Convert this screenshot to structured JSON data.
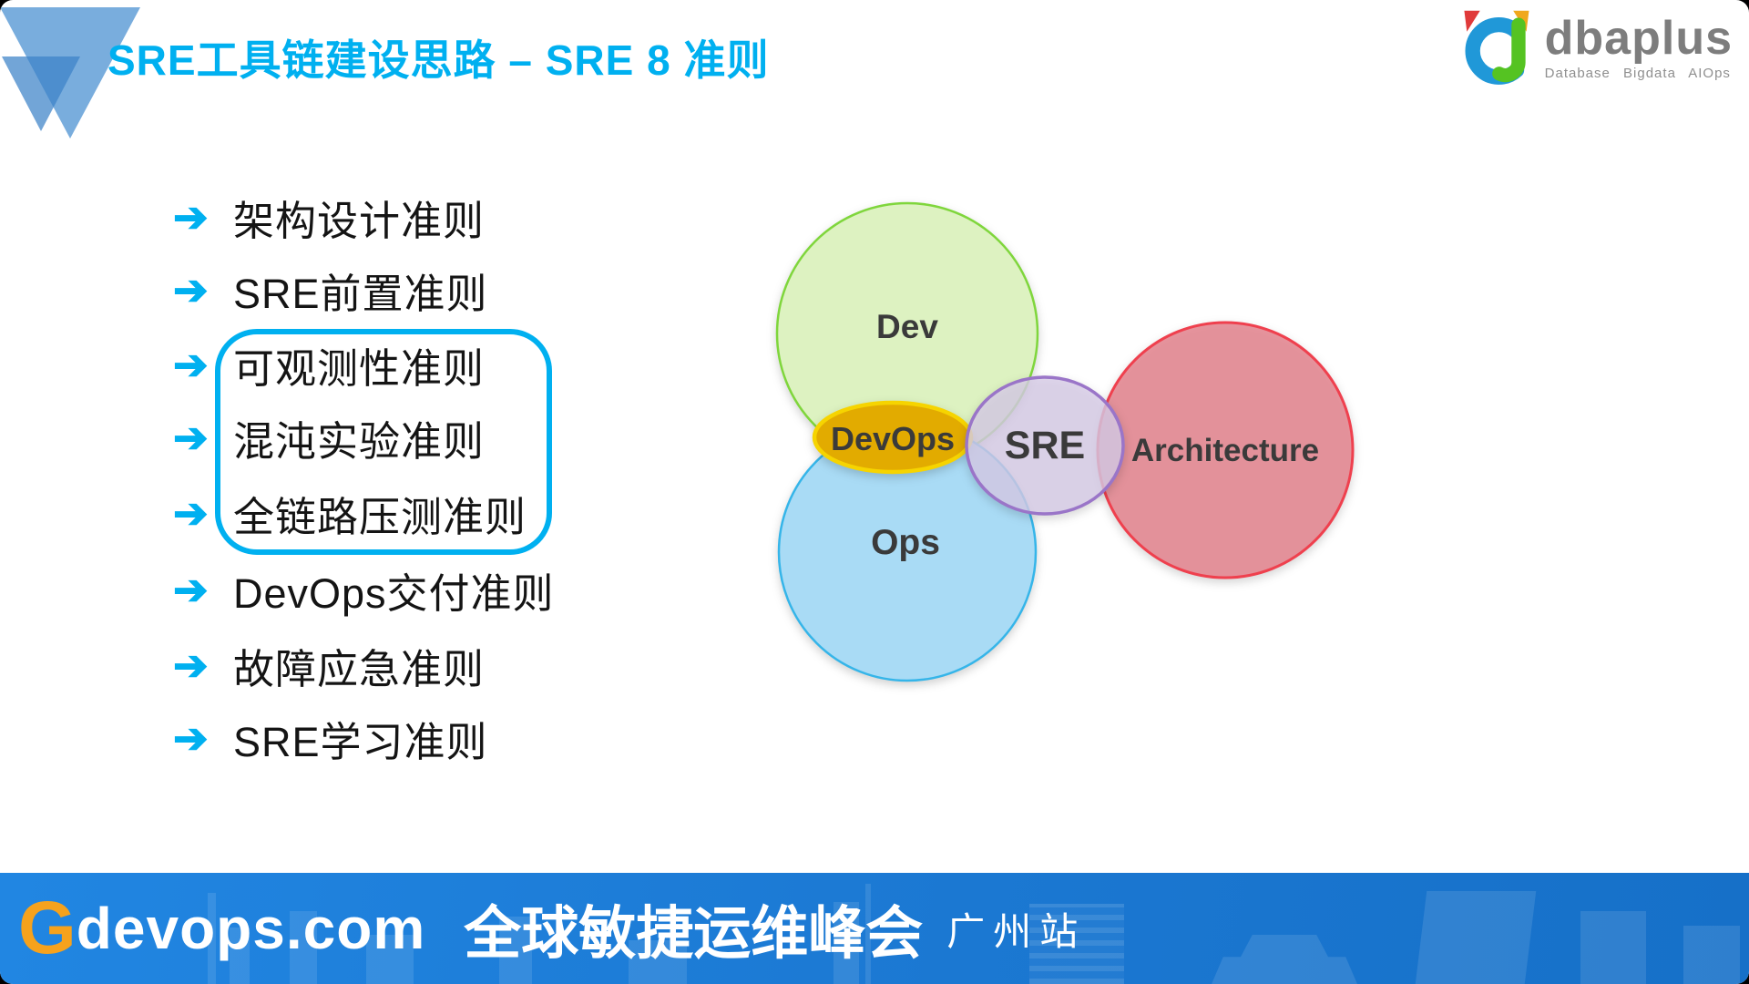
{
  "header": {
    "title": "SRE工具链建设思路 – SRE 8 准则",
    "accent_color": "#00b0f0"
  },
  "brand": {
    "name": "dbaplus",
    "tagline": "Database Bigdata AIOps",
    "mark_colors": {
      "blue": "#2098d8",
      "green": "#55c322",
      "red": "#e03a3a",
      "orange": "#f0a81c"
    }
  },
  "icons": {
    "arrow": "➔"
  },
  "principles": [
    {
      "label": "架构设计准则",
      "highlighted": false
    },
    {
      "label": "SRE前置准则",
      "highlighted": false
    },
    {
      "label": "可观测性准则",
      "highlighted": true
    },
    {
      "label": "混沌实验准则",
      "highlighted": true
    },
    {
      "label": "全链路压测准则",
      "highlighted": true
    },
    {
      "label": "DevOps交付准则",
      "highlighted": false
    },
    {
      "label": "故障应急准则",
      "highlighted": false
    },
    {
      "label": "SRE学习准则",
      "highlighted": false
    }
  ],
  "venn": {
    "dev": {
      "label": "Dev",
      "fill": "#ddf2c1",
      "stroke": "#7fd63c"
    },
    "ops": {
      "label": "Ops",
      "fill": "#a9dbf5",
      "stroke": "#35b5e9"
    },
    "devops": {
      "label": "DevOps",
      "fill": "#e2ab00",
      "stroke": "#f6d400"
    },
    "architecture": {
      "label": "Architecture",
      "fill": "#e4848e",
      "stroke": "#ef404e"
    },
    "sre": {
      "label": "SRE",
      "fill": "#d8cde8",
      "stroke": "#9a75c8"
    }
  },
  "footer": {
    "site_prefix": "G",
    "site_name": "devops.com",
    "event": "全球敏捷运维峰会",
    "city": "广州站",
    "bg_color": "#1b78d2",
    "g_color": "#f6a21d"
  }
}
